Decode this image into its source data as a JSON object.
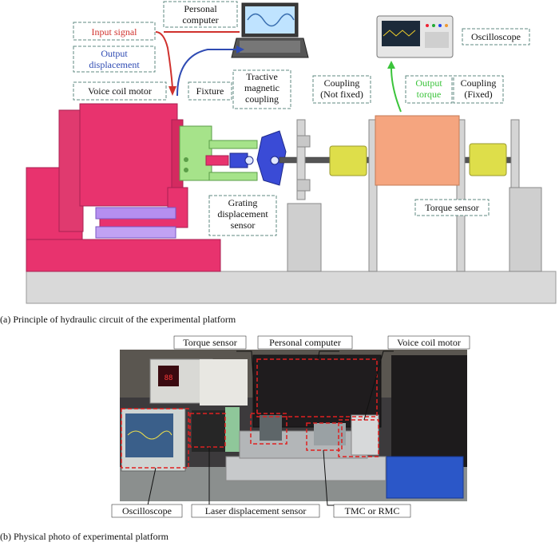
{
  "diagram_labels": {
    "personal_computer": [
      "Personal",
      "computer"
    ],
    "input_signal": "Input signal",
    "output_displacement": [
      "Output",
      "displacement"
    ],
    "oscilloscope": "Oscilloscope",
    "voice_coil_motor": "Voice coil motor",
    "fixture": "Fixture",
    "tractive_magnetic_coupling": [
      "Tractive",
      "magnetic",
      "coupling"
    ],
    "coupling_not_fixed": [
      "Coupling",
      "(Not fixed)"
    ],
    "output_torque": [
      "Output",
      "torque"
    ],
    "coupling_fixed": [
      "Coupling",
      "(Fixed)"
    ],
    "grating_sensor": [
      "Grating",
      "displacement",
      "sensor"
    ],
    "torque_sensor": "Torque sensor"
  },
  "caption_a": "(a) Principle of hydraulic circuit of the experimental platform",
  "photo_labels": {
    "torque_sensor": "Torque sensor",
    "personal_computer": "Personal computer",
    "voice_coil_motor": "Voice coil motor",
    "oscilloscope": "Oscilloscope",
    "laser_sensor": "Laser displacement sensor",
    "tmc_rmc": "TMC or RMC"
  },
  "caption_b": "(b) Physical photo of experimental platform",
  "colors": {
    "motor": "#e8336e",
    "fixture": "#a6e38a",
    "coupling_yellow": "#dede4a",
    "torque_sensor": "#f5a57f",
    "magnetic": "#3a4bd6",
    "grating": "#b58ef0",
    "input_signal": "#d0312d",
    "output_displacement": "#2f4bb3",
    "output_torque": "#3bc43b",
    "dash_box": "#5f8a82"
  }
}
